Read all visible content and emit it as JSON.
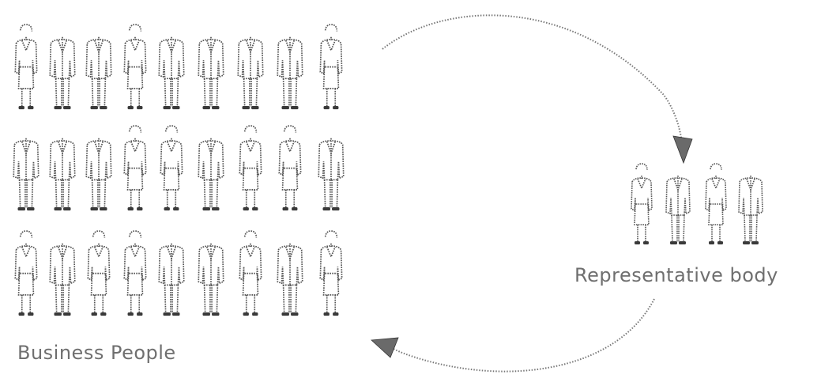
{
  "labels": {
    "business_people": "Business People",
    "representative_body": "Representative body"
  },
  "business_people_grid": {
    "rows": [
      [
        "woman",
        "man",
        "man",
        "woman",
        "man",
        "man",
        "man",
        "man",
        "woman"
      ],
      [
        "man",
        "man",
        "man",
        "woman",
        "woman",
        "man",
        "woman",
        "woman",
        "man"
      ],
      [
        "woman",
        "man",
        "woman",
        "woman",
        "man",
        "man",
        "woman",
        "man",
        "woman"
      ]
    ]
  },
  "representative_body_group": [
    "woman",
    "man",
    "woman",
    "man"
  ],
  "colors": {
    "figure": "#555555",
    "label": "#6f6f6f",
    "arrow": "#6a6a6a"
  }
}
